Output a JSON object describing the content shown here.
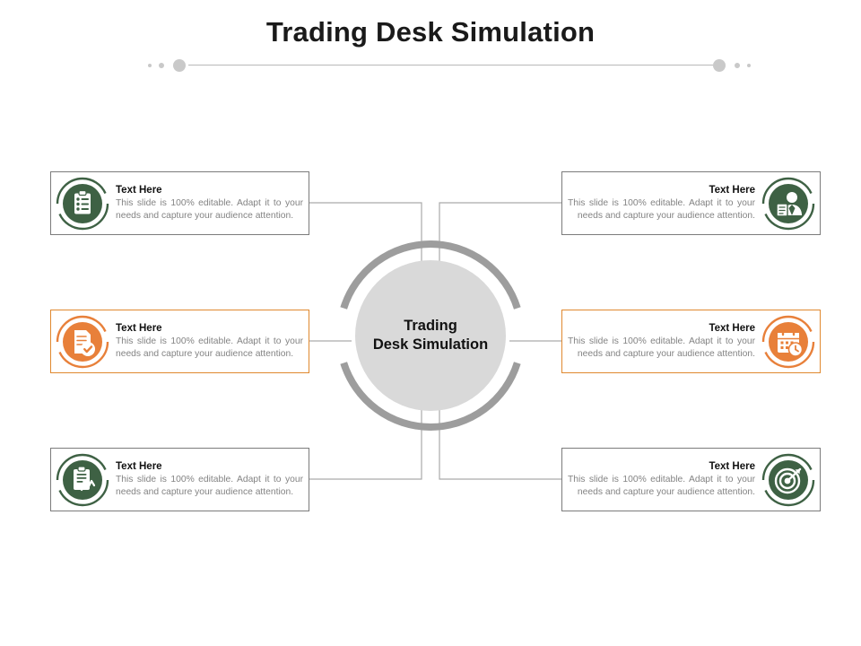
{
  "slide": {
    "title": "Trading Desk Simulation",
    "divider_name": "decorative-divider"
  },
  "hub": {
    "line1": "Trading",
    "line2": "Desk Simulation"
  },
  "colors": {
    "green": "#3e6144",
    "orange": "#e8803a",
    "hub_disc": "#d9d9d9",
    "hub_ring": "#9d9d9d",
    "body_text": "#838383",
    "title_text": "#111111",
    "connector": "#aaaaaa"
  },
  "cards": [
    {
      "id": "top-left",
      "side": "left",
      "accent": "green",
      "icon": "clipboard-checklist-icon",
      "title": "Text Here",
      "body": "This slide is 100% editable. Adapt it to your needs and capture your audience attention."
    },
    {
      "id": "middle-left",
      "side": "left",
      "accent": "orange",
      "icon": "document-approved-icon",
      "title": "Text Here",
      "body": "This slide is 100% editable. Adapt it to your needs and capture your audience attention."
    },
    {
      "id": "bottom-left",
      "side": "left",
      "accent": "green",
      "icon": "clipboard-chart-icon",
      "title": "Text Here",
      "body": "This slide is 100% editable. Adapt it to your needs and capture your audience attention."
    },
    {
      "id": "top-right",
      "side": "right",
      "accent": "green",
      "icon": "businessman-document-icon",
      "title": "Text Here",
      "body": "This slide is 100% editable. Adapt it to your needs and capture your audience attention."
    },
    {
      "id": "middle-right",
      "side": "right",
      "accent": "orange",
      "icon": "calendar-clock-icon",
      "title": "Text Here",
      "body": "This slide is 100% editable. Adapt it to your needs and capture your audience attention."
    },
    {
      "id": "bottom-right",
      "side": "right",
      "accent": "green",
      "icon": "target-dartboard-icon",
      "title": "Text Here",
      "body": "This slide is 100% editable. Adapt it to your needs and capture your audience attention."
    }
  ]
}
